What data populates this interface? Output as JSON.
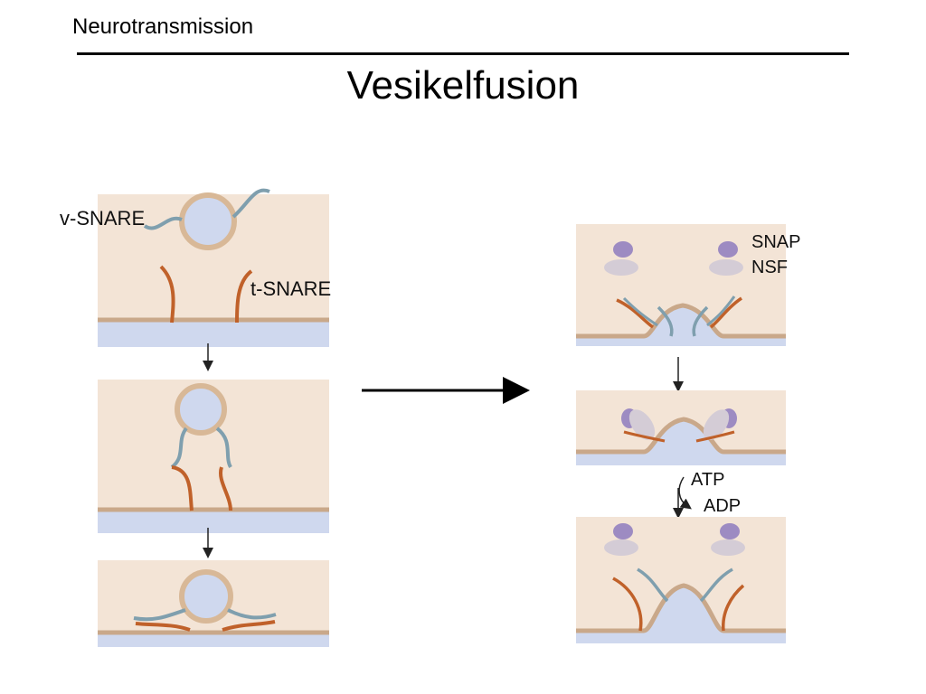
{
  "header": {
    "section": "Neurotransmission",
    "title": "Vesikelfusion"
  },
  "left_panel": {
    "v_snare_label": "v-SNARE",
    "t_snare_label": "t-SNARE"
  },
  "right_panel": {
    "snap_label": "SNAP",
    "nsf_label": "NSF",
    "atp_label": "ATP",
    "adp_label": "ADP"
  },
  "colors": {
    "cytoplasm": "#f3e4d6",
    "cleft": "#cfd8ee",
    "membrane": "#c9a88a",
    "v_snare": "#7f9fae",
    "t_snare": "#c0612a",
    "snap": "#9d8bc2",
    "nsf": "#d4ccd6",
    "vesicle_lumen": "#cfd8ee"
  }
}
